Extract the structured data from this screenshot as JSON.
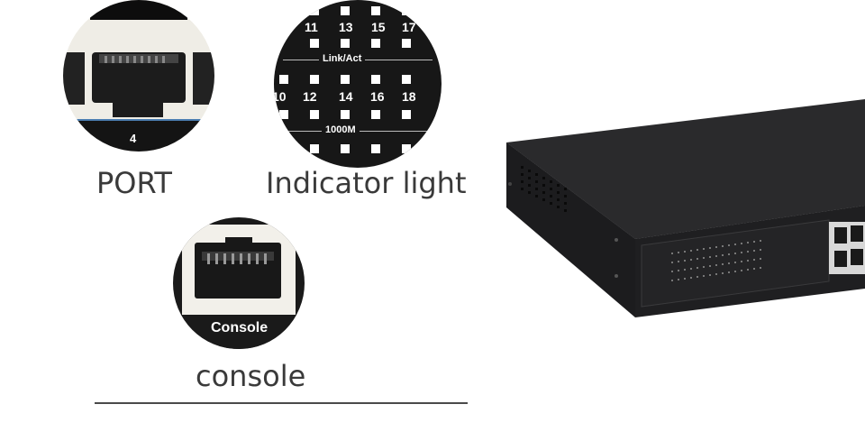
{
  "labels": {
    "port": "PORT",
    "indicator": "Indicator light",
    "console": "console"
  },
  "port_zoom": {
    "port_number": "4"
  },
  "indicator_zoom": {
    "title_top": "Link/Act",
    "title_bottom": "1000M",
    "numbers_top": [
      "11",
      "13",
      "15",
      "17"
    ],
    "numbers_bottom": [
      "10",
      "12",
      "14",
      "16",
      "18"
    ]
  },
  "console_zoom": {
    "port_label": "Console"
  },
  "colors": {
    "label_text": "#3a3a3a",
    "switch_body": "#1e1e20",
    "circle_bg": "#1a1a1a",
    "port_plate": "#f2f0ea"
  }
}
